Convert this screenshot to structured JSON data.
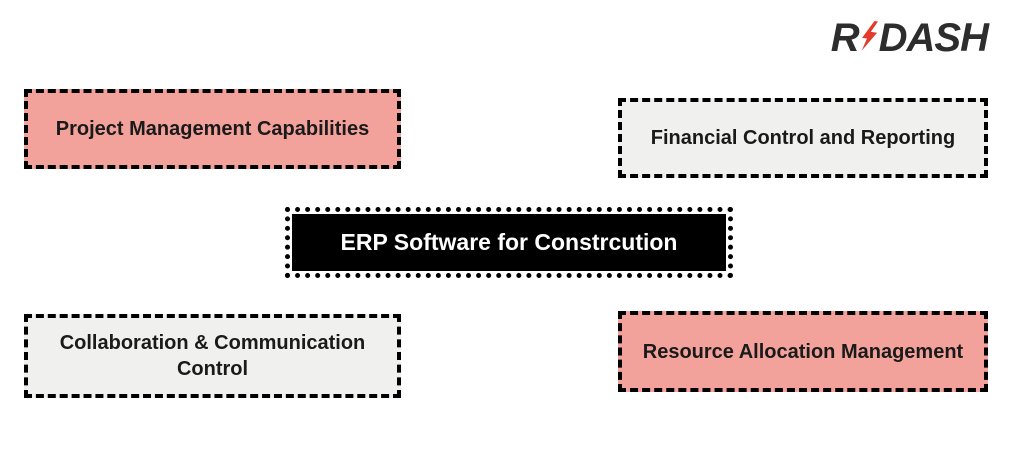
{
  "logo": {
    "prefix": "R",
    "suffix": "DASH",
    "bolt_icon": "lightning-bolt-icon"
  },
  "title_box": {
    "label": "ERP Software for Constrcution"
  },
  "boxes": [
    {
      "label": "Project Management Capabilities",
      "color_name": "pink"
    },
    {
      "label": "Financial Control and Reporting",
      "color_name": "gray"
    },
    {
      "label": "Collaboration & Communication Control",
      "color_name": "gray"
    },
    {
      "label": "Resource Allocation Management",
      "color_name": "pink"
    }
  ],
  "colors": {
    "box_pink": "#f2a19b",
    "box_gray": "#f0f1ee",
    "title_box_background": "#000000",
    "title_box_text": "#ffffff",
    "border": "#000000",
    "label_text": "#1a1a1a",
    "logo_text": "#2d2d2d",
    "logo_bolt_red": "#e5392c",
    "page_background": "#ffffff"
  }
}
